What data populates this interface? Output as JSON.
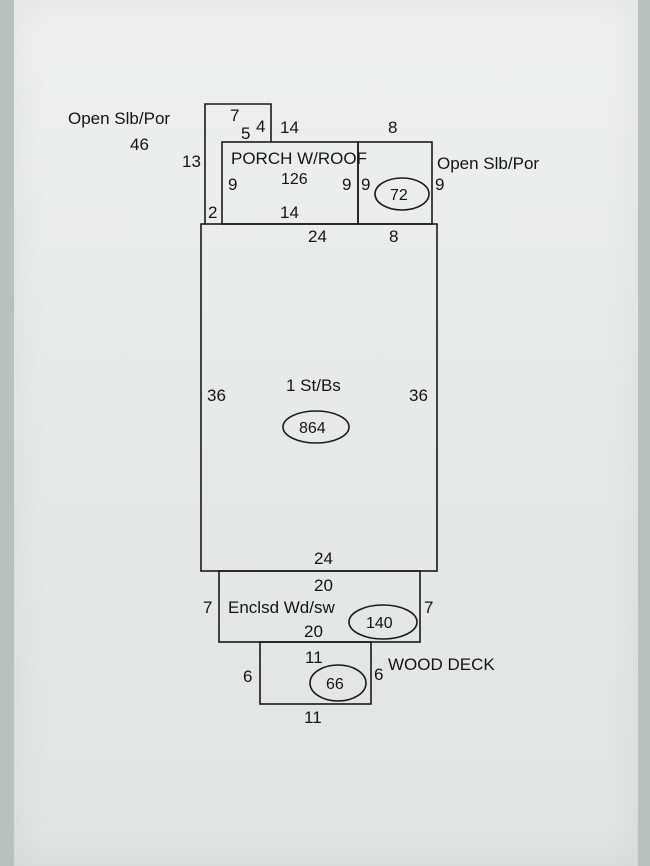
{
  "labels": {
    "open_slab_porch_left": "Open Slb/Por",
    "open_slab_porch_left_area": "46",
    "open_slab_porch_right": "Open Slb/Por",
    "porch_roof": "PORCH W/ROOF",
    "porch_roof_area": "126",
    "porch_right_area": "72",
    "main": "1 St/Bs",
    "main_area": "864",
    "enclosed": "Enclsd Wd/sw",
    "enclosed_area": "140",
    "deck": "WOOD DECK",
    "deck_area": "66"
  },
  "dimensions": {
    "top_small_7": "7",
    "top_small_5": "5",
    "top_small_4": "4",
    "porch_top_14": "14",
    "right_porch_top_8": "8",
    "left_13": "13",
    "porch_left_9": "9",
    "porch_right_9": "9",
    "right_porch_left_9": "9",
    "right_porch_right_9": "9",
    "left_2": "2",
    "porch_bottom_14": "14",
    "main_top_24": "24",
    "right_porch_bottom_8": "8",
    "main_left_36": "36",
    "main_right_36": "36",
    "main_bottom_24": "24",
    "enclosed_top_20": "20",
    "enclosed_left_7": "7",
    "enclosed_right_7": "7",
    "enclosed_bottom_20": "20",
    "deck_top_11": "11",
    "deck_left_6": "6",
    "deck_right_6": "6",
    "deck_bottom_11": "11"
  }
}
